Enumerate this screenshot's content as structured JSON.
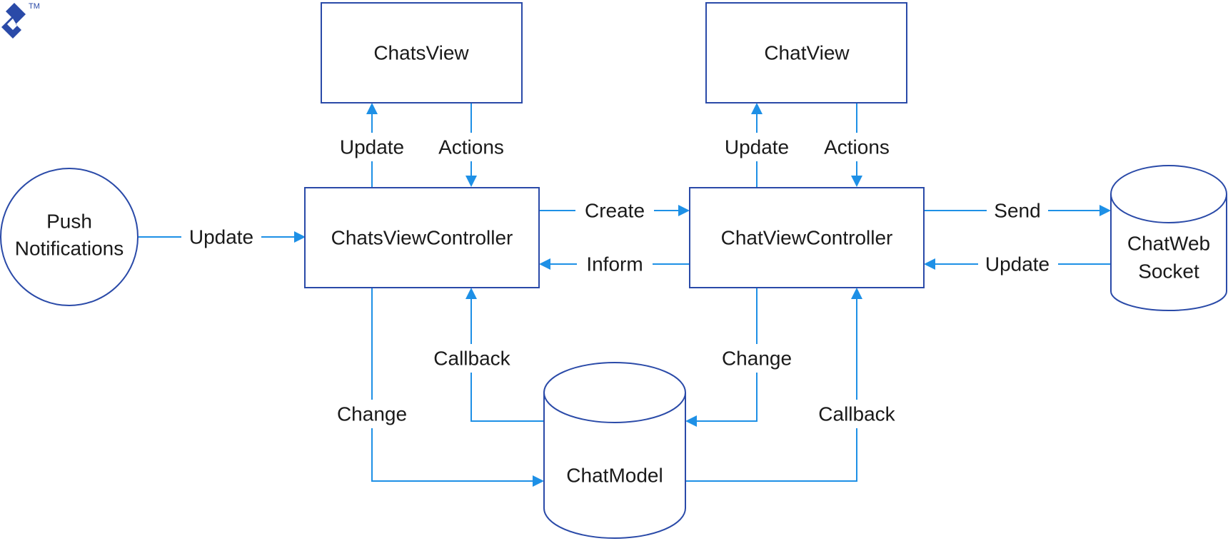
{
  "logo": {
    "trademark": "TM"
  },
  "nodes": {
    "push_line1": "Push",
    "push_line2": "Notifications",
    "chats_view": "ChatsView",
    "chat_view": "ChatView",
    "chats_view_controller": "ChatsViewController",
    "chat_view_controller": "ChatViewController",
    "websocket_line1": "ChatWeb",
    "websocket_line2": "Socket",
    "chat_model": "ChatModel"
  },
  "edges": {
    "push_update": "Update",
    "chats_update": "Update",
    "chats_actions": "Actions",
    "chat_update": "Update",
    "chat_actions": "Actions",
    "create": "Create",
    "inform": "Inform",
    "send": "Send",
    "socket_update": "Update",
    "callback_left": "Callback",
    "change_left": "Change",
    "change_right": "Change",
    "callback_right": "Callback"
  },
  "colors": {
    "node_stroke": "#2a4aa8",
    "connector": "#1e90e6",
    "text": "#1a1a1a"
  }
}
